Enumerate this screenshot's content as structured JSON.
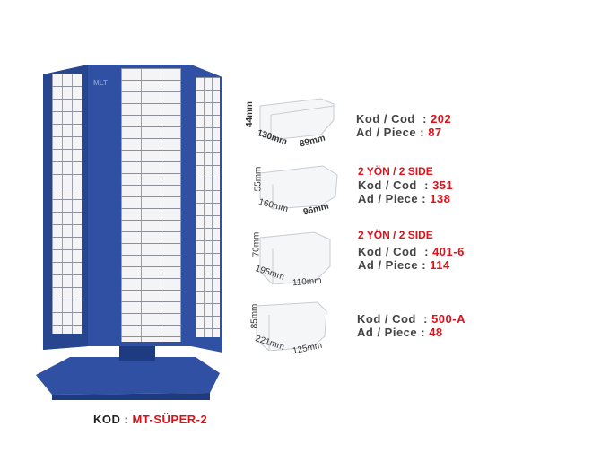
{
  "cabinet": {
    "brand": "MLT",
    "code_label": "KOD :",
    "code_value": "MT-SÜPER-2",
    "color": "#2f50a3"
  },
  "products": [
    {
      "side": "",
      "height": "44mm",
      "length": "130mm",
      "width": "89mm",
      "kod_label": "Kod / Cod",
      "kod": "202",
      "piece_label": "Ad / Piece",
      "piece": "87"
    },
    {
      "side": "2 YÖN / 2 SIDE",
      "height": "55mm",
      "length": "160mm",
      "width": "96mm",
      "kod_label": "Kod / Cod",
      "kod": "351",
      "piece_label": "Ad / Piece",
      "piece": "138"
    },
    {
      "side": "2 YÖN / 2 SIDE",
      "height": "70mm",
      "length": "195mm",
      "width": "110mm",
      "kod_label": "Kod / Cod",
      "kod": "401-6",
      "piece_label": "Ad / Piece",
      "piece": "114"
    },
    {
      "side": "",
      "height": "85mm",
      "length": "221mm",
      "width": "125mm",
      "kod_label": "Kod / Cod",
      "kod": "500-A",
      "piece_label": "Ad / Piece",
      "piece": "48"
    }
  ]
}
